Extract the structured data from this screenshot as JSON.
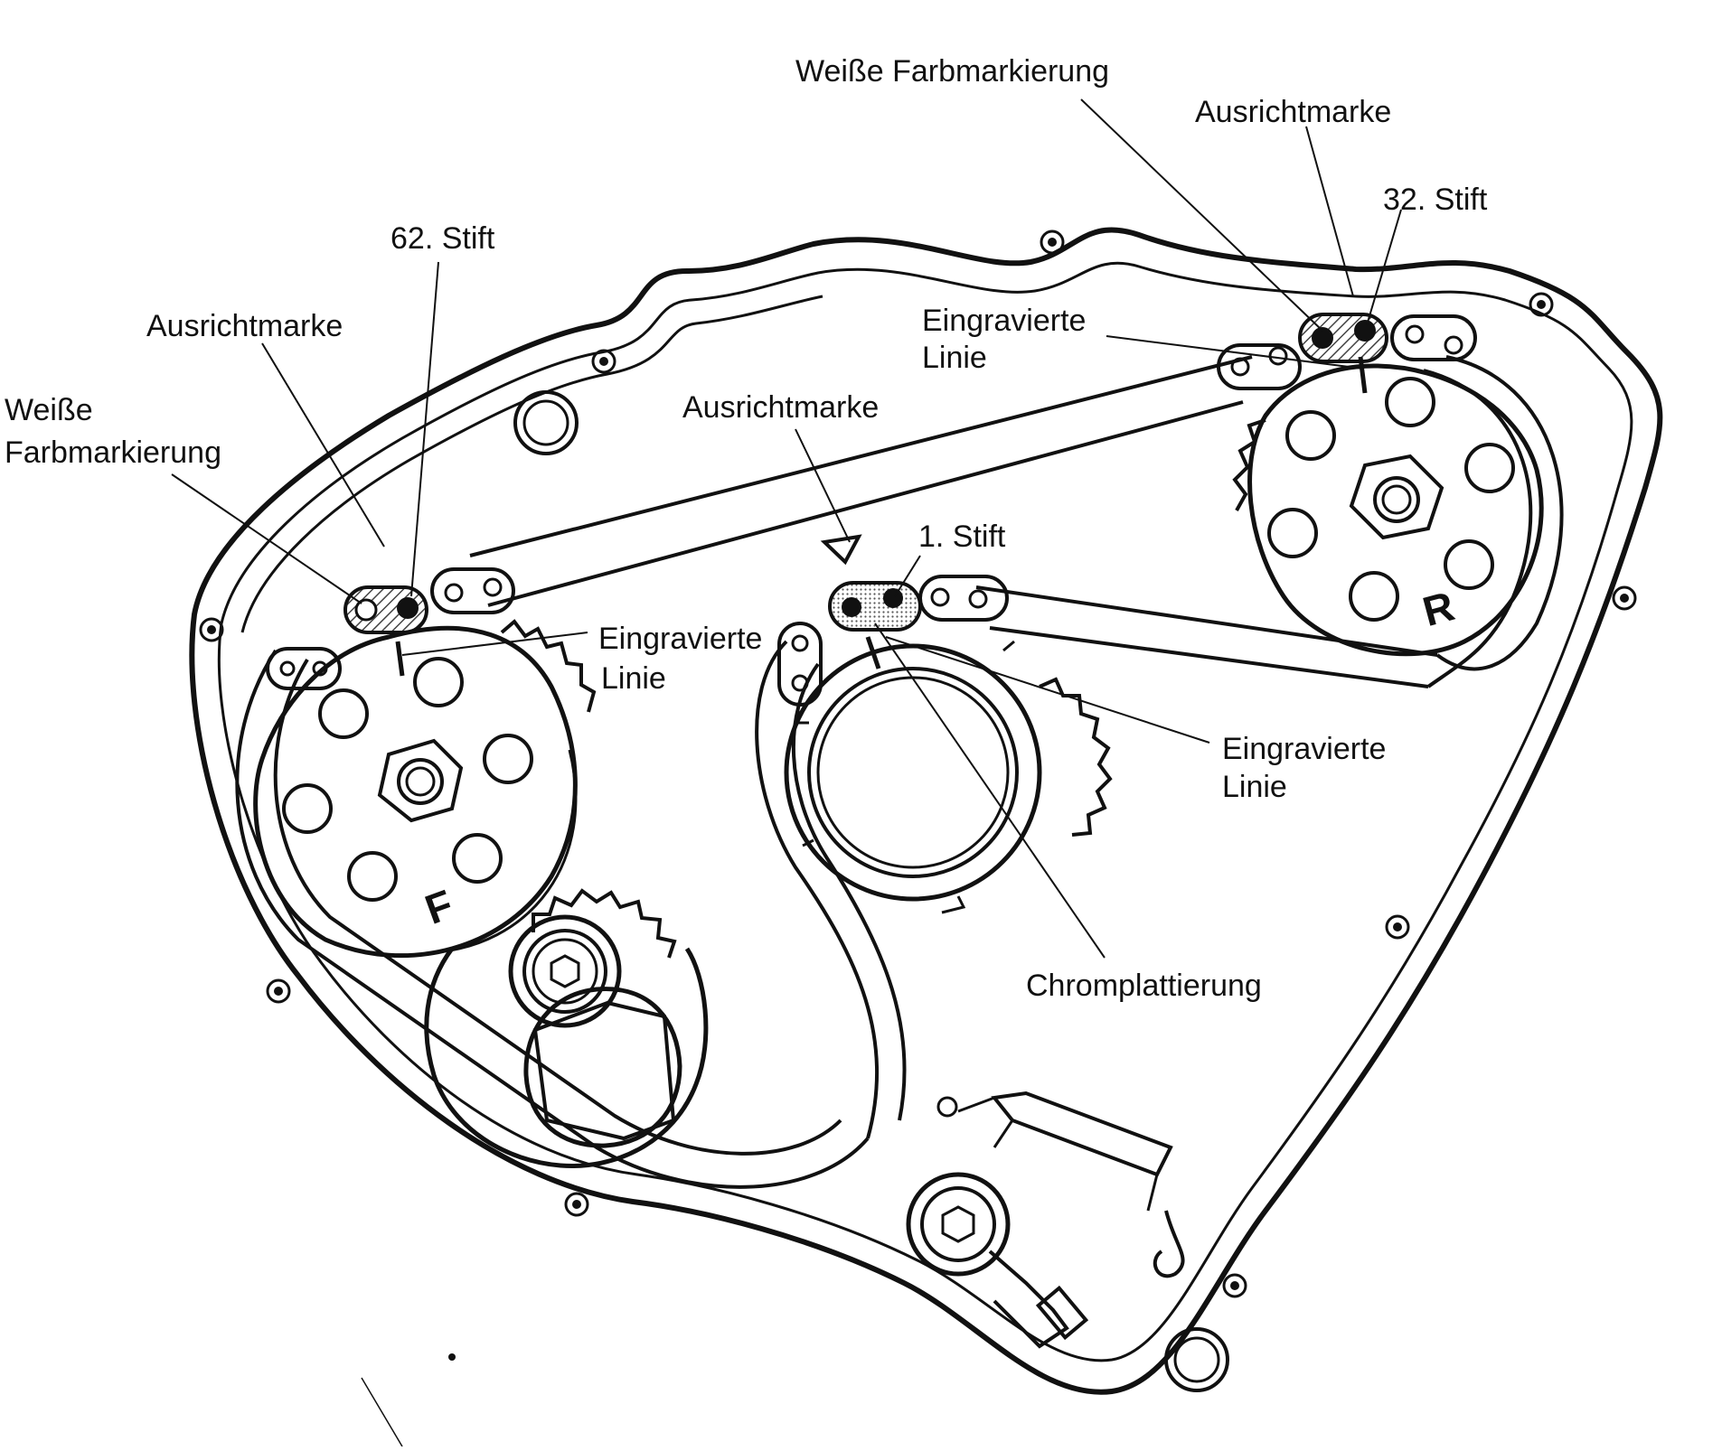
{
  "colors": {
    "ink": "#111111",
    "paper": "#ffffff",
    "hatch": "#555555",
    "chrome": "#bbbbbb"
  },
  "labels": {
    "white_paint_top": "Weiße Farbmarkierung",
    "align_mark_top_right": "Ausrichtmarke",
    "pin_32": "32. Stift",
    "engraved_top_right_1": "Eingravierte",
    "engraved_top_right_2": "Linie",
    "pin_62": "62. Stift",
    "align_mark_left": "Ausrichtmarke",
    "white_paint_left_1": "Weiße",
    "white_paint_left_2": "Farbmarkierung",
    "align_mark_center": "Ausrichtmarke",
    "pin_1": "1. Stift",
    "engraved_left_1": "Eingravierte",
    "engraved_left_2": "Linie",
    "engraved_center_1": "Eingravierte",
    "engraved_center_2": "Linie",
    "chrome_plating": "Chromplattierung"
  },
  "gear_letters": {
    "front": "F",
    "rear": "R"
  },
  "icons": [
    "alignment-triangle-icon",
    "bolt-hole-icon",
    "hex-nut-icon"
  ]
}
